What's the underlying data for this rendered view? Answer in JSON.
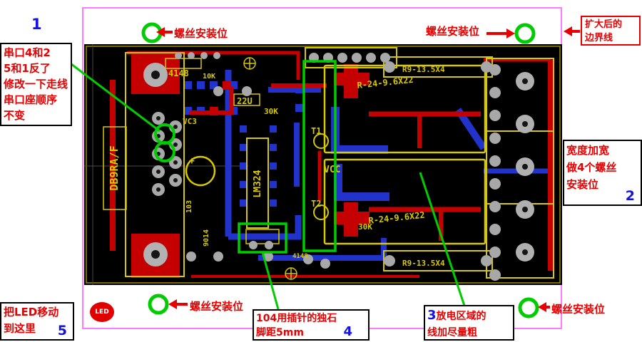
{
  "numbers": {
    "n1": "1",
    "n2": "2",
    "n3": "3",
    "n4": "4",
    "n5": "5"
  },
  "labels": {
    "screw": "螺丝安装位",
    "led_badge": "LED"
  },
  "notes": {
    "boundary": [
      "扩大后的",
      "边界线"
    ],
    "serial": [
      "串口4和2",
      "5和1反了",
      "修改一下走线",
      "串口座顺序",
      "不变"
    ],
    "width": [
      "宽度加宽",
      "做4个螺丝",
      "安装位"
    ],
    "led": [
      "把LED移动",
      "到这里"
    ],
    "cap104": [
      "104用插针的独石",
      "脚距5mm"
    ],
    "discharge": [
      "放电区域的",
      "线加尽量粗"
    ]
  },
  "pcb_labels": {
    "connector": "DB9RA/F",
    "diode_top": "4148",
    "diode_bottom": "4148",
    "cap_22u": "22U",
    "r10k": "10K",
    "r30k_top": "30K",
    "r30k_bottom": "30K",
    "vc3": "VC3",
    "ic": "LM324",
    "t1": "T1",
    "t2": "T2",
    "vcc": "VCC",
    "relay1": "R-24-9.6X22",
    "relay2": "R-24-9.6X22",
    "res_top": "R9-13.5X4",
    "res_bottom": "R9-13.5X4",
    "q9014": "9014",
    "c103": "103",
    "plus": "+"
  },
  "colors": {
    "board_bg": "#000000",
    "top_trace": "#c40000",
    "bottom_trace": "#2233cc",
    "silkscreen": "#d8c800",
    "highlight_green": "#00cc00",
    "boundary_magenta": "#ff7aff",
    "annotation_red": "#e80000",
    "annotation_blue": "#1313dd"
  }
}
